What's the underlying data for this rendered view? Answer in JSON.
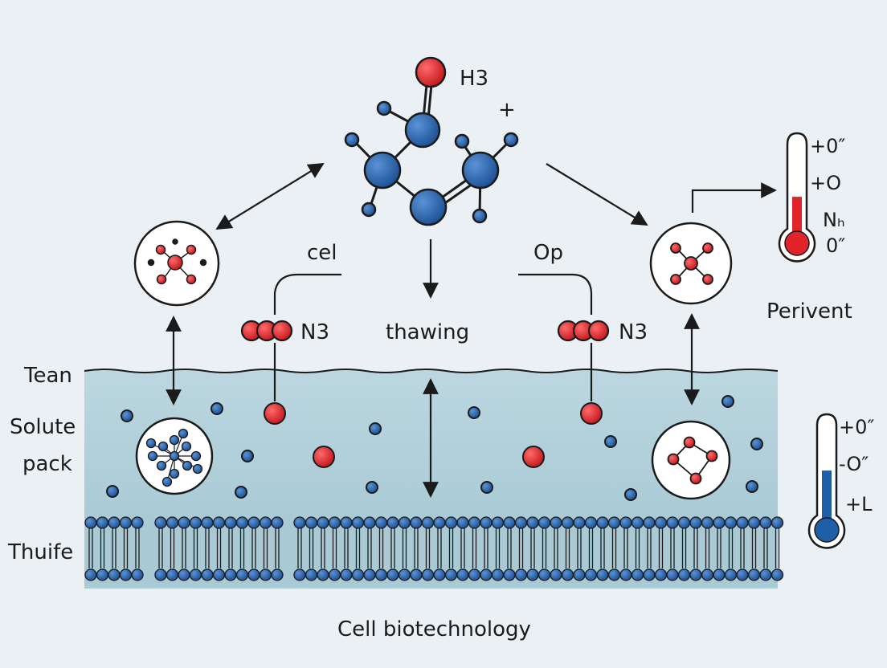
{
  "labels": {
    "top_formula": "H3",
    "top_sign": "+",
    "left_bracket": "cel",
    "right_bracket": "Op",
    "center_process": "thawing",
    "left_chain": "N3",
    "right_chain": "N3",
    "surface_label": "Tean",
    "solute_line1": "Solute",
    "solute_line2": "pack",
    "membrane_label": "Thuife",
    "right_label": "Perivent",
    "caption": "Cell biotechnology"
  },
  "thermometer_hot": {
    "readings": [
      "+0″",
      "+O",
      "Nₕ",
      "0″"
    ],
    "fill_fraction": 0.45,
    "color": "#e0242a"
  },
  "thermometer_cold": {
    "readings": [
      "+0″",
      "-O″",
      "+L"
    ],
    "fill_fraction": 0.55,
    "color": "#1f5fa8"
  },
  "colors": {
    "background": "#eaf0f4",
    "water": "#b7d3dc",
    "blue_atom": "#1f5fa8",
    "red_atom": "#e0242a",
    "stroke": "#1b1b1b"
  }
}
